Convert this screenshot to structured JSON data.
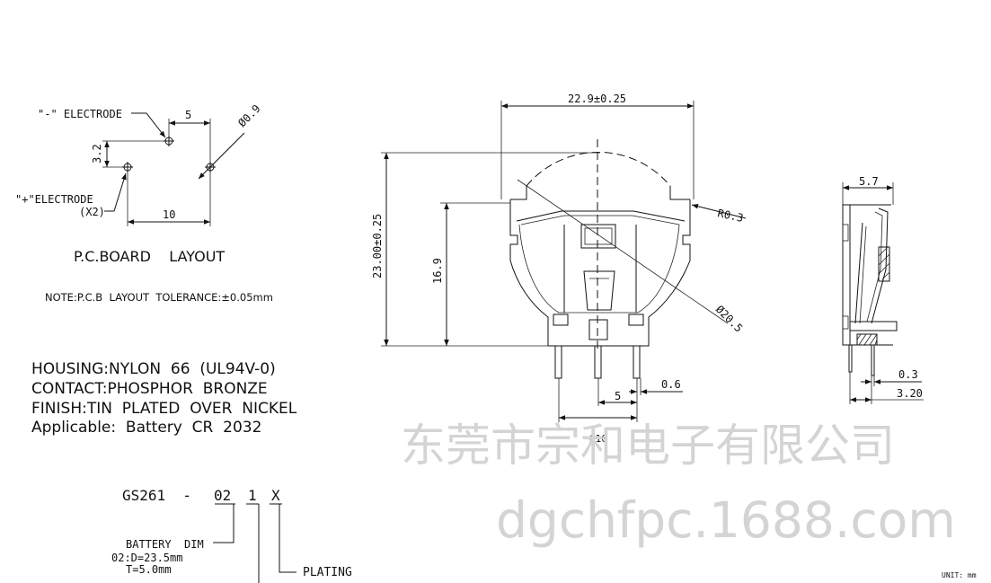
{
  "pcb_layout": {
    "neg_electrode": "\"-\" ELECTRODE",
    "pos_electrode": "\"+\"ELECTRODE",
    "pos_count": "(X2)",
    "dim_5": "5",
    "dim_3_2": "3.2",
    "dim_10": "10",
    "dim_hole": "Ø0.9",
    "title": "P.C.BOARD    LAYOUT",
    "note": "NOTE:P.C.B  LAYOUT  TOLERANCE:±0.05mm"
  },
  "specs": [
    "HOUSING:NYLON  66  (UL94V-0)",
    "CONTACT:PHOSPHOR  BRONZE",
    "FINISH:TIN  PLATED  OVER  NICKEL",
    "Applicable:  Battery  CR  2032"
  ],
  "part_number": {
    "prefix": "GS261  -",
    "code": "02",
    "opt1": "1",
    "opt2": "X",
    "battery_dim_label": "BATTERY  DIM",
    "battery_dim_d": "02:D=23.5mm",
    "battery_dim_t": "T=5.0mm",
    "plating_label": "PLATING"
  },
  "front_view": {
    "width": "22.9±0.25",
    "height": "23.00±0.25",
    "inner_height": "16.9",
    "radius": "R0.3",
    "diameter": "Ø20.5",
    "pin_offset": "0.6",
    "pin_pitch": "5",
    "pin_span": "Ø10"
  },
  "side_view": {
    "width": "5.7",
    "pin_thick": "0.3",
    "pin_pos": "3.20"
  },
  "watermark": {
    "company": "东莞市宗和电子有限公司",
    "site": "dgchfpc.1688.com"
  },
  "unit_label": "UNIT: mm"
}
